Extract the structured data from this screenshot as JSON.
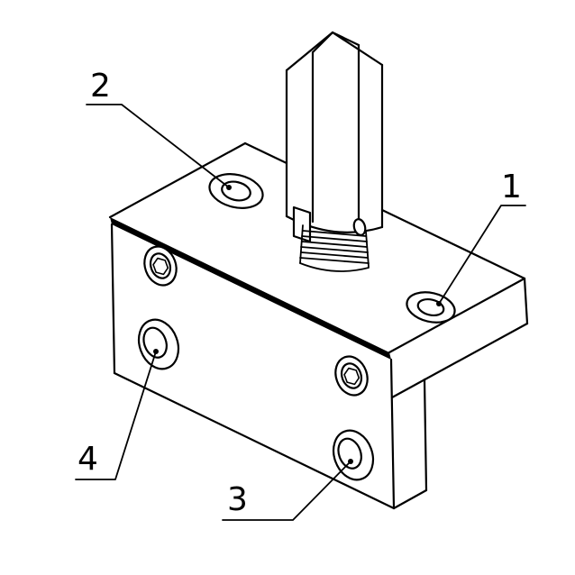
{
  "figure": {
    "callouts": [
      {
        "text": "1"
      },
      {
        "text": "2"
      },
      {
        "text": "3"
      },
      {
        "text": "4"
      }
    ]
  },
  "colors": {
    "background": "#ffffff",
    "line": "#000000"
  }
}
